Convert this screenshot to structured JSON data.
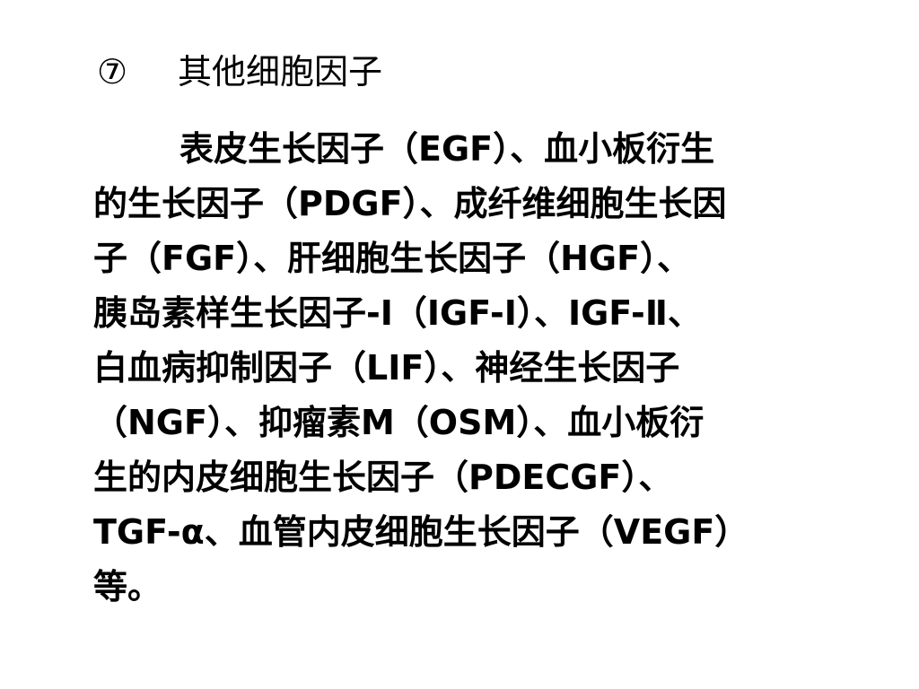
{
  "heading": {
    "marker": "⑦",
    "title": "其他细胞因子"
  },
  "paragraph": {
    "lines": [
      "表皮生长因子（EGF）、血小板衍生",
      "的生长因子（PDGF）、成纤维细胞生长因",
      "子（FGF）、肝细胞生长因子（HGF）、",
      "胰岛素样生长因子-Ⅰ（IGF-Ⅰ）、IGF-Ⅱ、",
      "白血病抑制因子（LIF）、神经生长因子",
      "（NGF）、抑瘤素M（OSM）、血小板衍",
      "生的内皮细胞生长因子（PDECGF）、",
      "TGF-α、血管内皮细胞生长因子（VEGF）",
      "等。"
    ]
  }
}
